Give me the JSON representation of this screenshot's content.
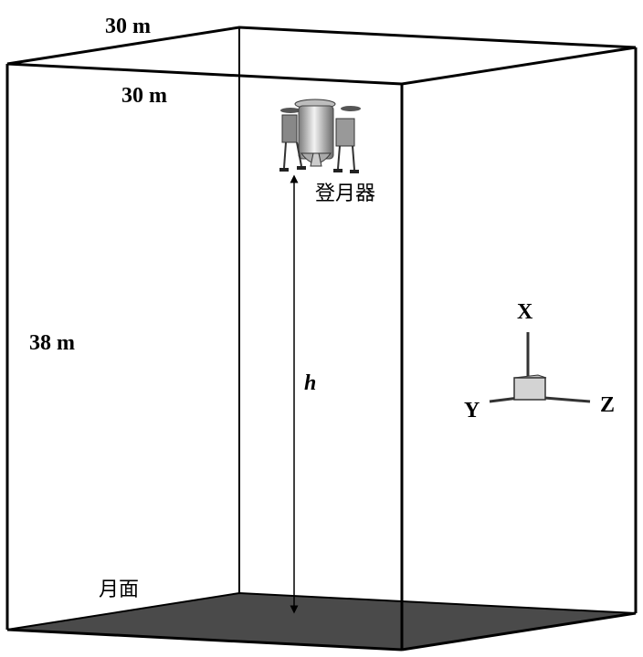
{
  "dimensions": {
    "width_top_label": "30 m",
    "depth_label": "30 m",
    "height_label": "38 m"
  },
  "lander": {
    "label": "登月器"
  },
  "height_symbol": "h",
  "surface": {
    "label": "月面",
    "color": "#4a4a4a"
  },
  "axes": {
    "x": "X",
    "y": "Y",
    "z": "Z",
    "cube_color": "#d3d3d3"
  }
}
